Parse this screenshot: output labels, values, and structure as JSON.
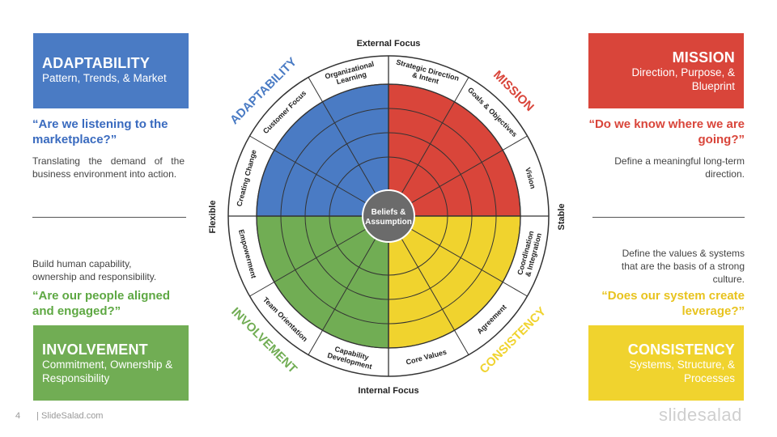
{
  "slide_number": "4",
  "footer_text": "| SlideSalad.com",
  "brand": "slidesalad",
  "colors": {
    "adaptability": "#4a7bc4",
    "mission": "#d9453a",
    "involvement": "#71ad54",
    "consistency": "#f0d32e",
    "quote_blue": "#3a6bbf",
    "quote_red": "#d9453a",
    "quote_green": "#5ea843",
    "quote_yellow": "#e8c31e"
  },
  "adaptability": {
    "title": "ADAPTABILITY",
    "subtitle": "Pattern, Trends, & Market",
    "quote": "“Are we listening to the marketplace?”",
    "description": "Translating the demand of the business environment into action."
  },
  "mission": {
    "title": "MISSION",
    "subtitle_line1": "Direction, Purpose, &",
    "subtitle_line2": "Blueprint",
    "quote_line1": "“Do we know where we are",
    "quote_line2": "going?”",
    "description_line1": "Define a meaningful long-term",
    "description_line2": "direction."
  },
  "involvement": {
    "title": "INVOLVEMENT",
    "subtitle": "Commitment, Ownership & Responsibility",
    "quote": "“Are our people aligned and engaged?”",
    "description": "Build human capability, ownership and responsibility."
  },
  "consistency": {
    "title": "CONSISTENCY",
    "subtitle_line1": "Systems, Structure, &",
    "subtitle_line2": "Processes",
    "quote_line1": "“Does our system create",
    "quote_line2": "leverage?”",
    "description_line1": "Define the values & systems",
    "description_line2": "that are the basis of a strong",
    "description_line3": "culture."
  },
  "wheel": {
    "axis_top": "External Focus",
    "axis_bottom": "Internal Focus",
    "axis_left": "Flexible",
    "axis_right": "Stable",
    "center_line1": "Beliefs &",
    "center_line2": "Assumption",
    "quadrants": {
      "adaptability": "ADAPTABILITY",
      "mission": "MISSION",
      "involvement": "INVOLVEMENT",
      "consistency": "CONSISTENCY"
    },
    "segments": [
      {
        "l1": "Strategic Direction",
        "l2": "& Intent"
      },
      {
        "l1": "Goals & Objectives",
        "l2": ""
      },
      {
        "l1": "Vision",
        "l2": ""
      },
      {
        "l1": "Coordination",
        "l2": "& Integration"
      },
      {
        "l1": "Agreement",
        "l2": ""
      },
      {
        "l1": "Core Values",
        "l2": ""
      },
      {
        "l1": "Capability",
        "l2": "Development"
      },
      {
        "l1": "Team Orientation",
        "l2": ""
      },
      {
        "l1": "Empowerment",
        "l2": ""
      },
      {
        "l1": "Creating Change",
        "l2": ""
      },
      {
        "l1": "Customer Focus",
        "l2": ""
      },
      {
        "l1": "Organizational",
        "l2": "Learning"
      }
    ]
  }
}
